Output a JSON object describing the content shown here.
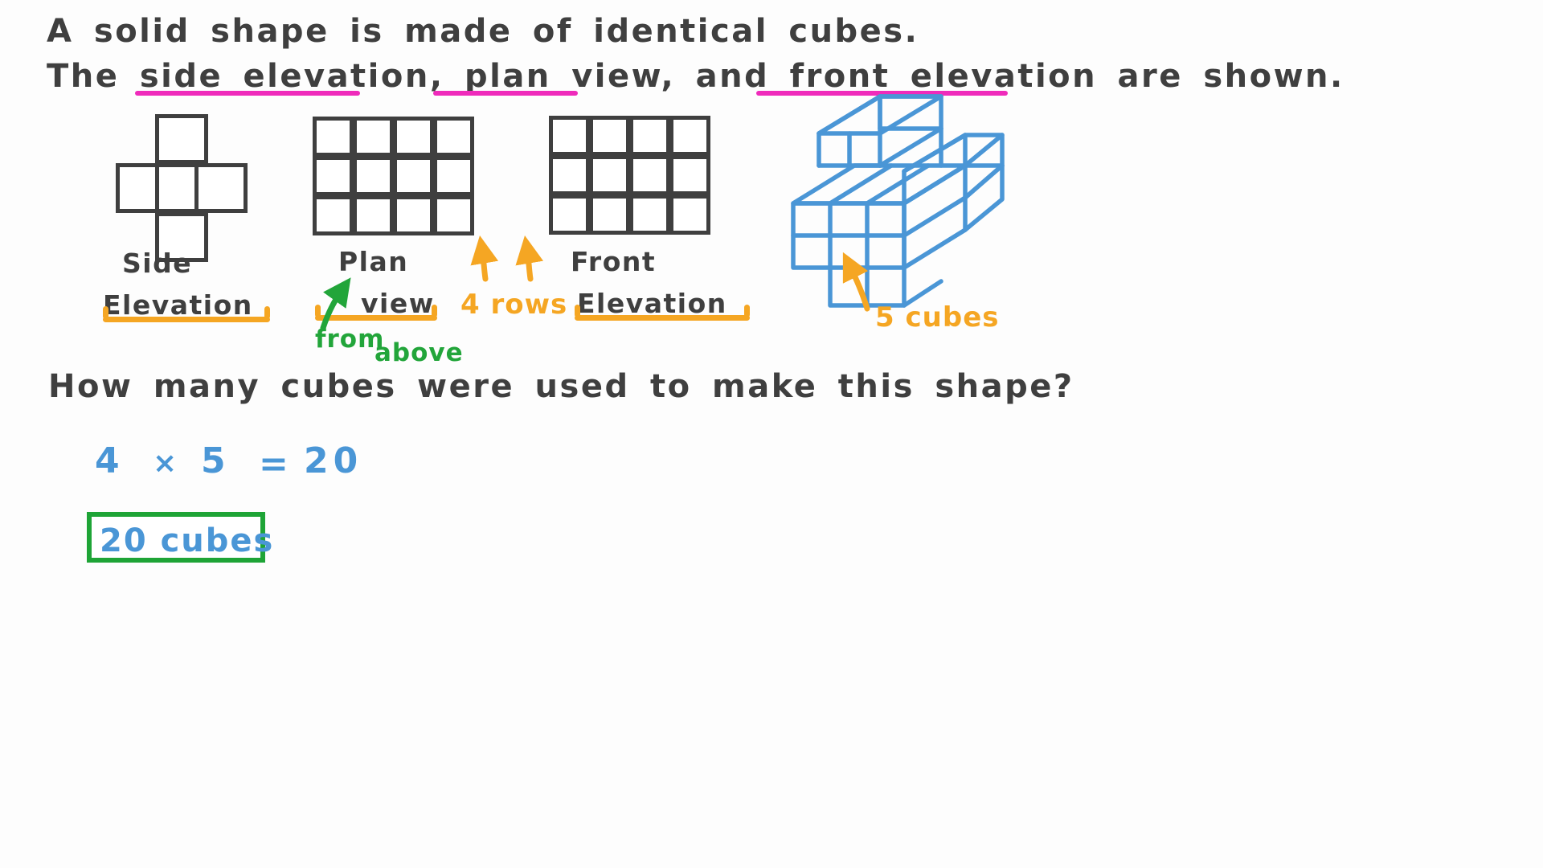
{
  "document": {
    "type": "handwritten-math-worksheet",
    "background_color": "#fdfdfd"
  },
  "colors": {
    "pen_dark": "#3f3f3f",
    "pen_blue": "#4a96d6",
    "pen_orange": "#f5a623",
    "pen_green": "#22a53a",
    "pen_pink": "#ef2bbb"
  },
  "question": {
    "line1": "A solid shape is made of identical cubes.",
    "line2_part1": "The ",
    "line2_term1": "side elevation",
    "line2_part2": ", ",
    "line2_term2": "plan view",
    "line2_part3": ", and ",
    "line2_term3": "front elevation",
    "line2_part4": " are shown.",
    "line2_full": "The side elevation, plan view, and front elevation are shown.",
    "prompt": "How many cubes were used to make this shape?"
  },
  "figures": {
    "side_elevation": {
      "label_line1": "Side",
      "label_line2": "Elevation",
      "shape": "plus",
      "cells": 5,
      "grid": [
        [
          0,
          1,
          0
        ],
        [
          1,
          1,
          1
        ],
        [
          0,
          1,
          0
        ]
      ]
    },
    "plan_view": {
      "label_line1": "Plan",
      "label_line2": "view",
      "shape": "rectangle-grid",
      "rows": 3,
      "cols": 4,
      "cells": 12
    },
    "front_elevation": {
      "label_line1": "Front",
      "label_line2": "Elevation",
      "shape": "rectangle-grid",
      "rows": 3,
      "cols": 4,
      "cells": 12
    },
    "solid_3d": {
      "description": "isometric stack of cubes",
      "color": "#4a96d6"
    }
  },
  "annotations": {
    "from_above_line1": "from",
    "from_above_line2": "above",
    "four_rows": "4 rows",
    "five_cubes": "5 cubes"
  },
  "working": {
    "equation_a": "4",
    "equation_times": "×",
    "equation_b": "5",
    "equation_equals": "=",
    "equation_result": "20",
    "equation_full": "4 × 5 = 20",
    "answer": "20 cubes"
  }
}
